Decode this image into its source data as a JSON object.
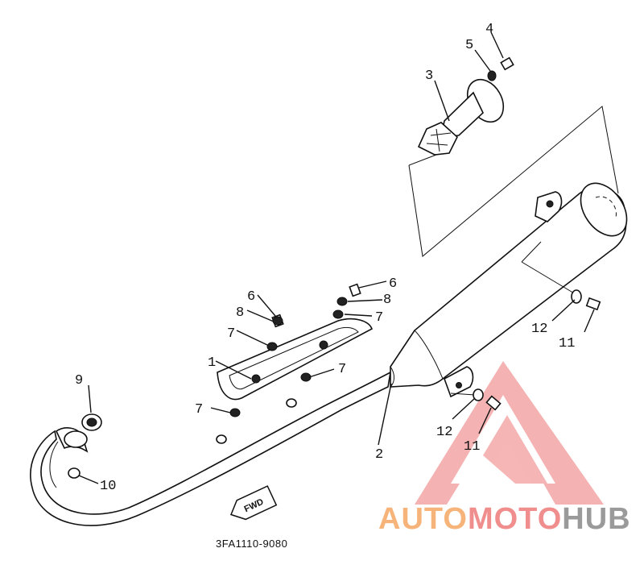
{
  "callouts": [
    {
      "id": "c1",
      "text": "1"
    },
    {
      "id": "c2",
      "text": "2"
    },
    {
      "id": "c3",
      "text": "3"
    },
    {
      "id": "c4",
      "text": "4"
    },
    {
      "id": "c5",
      "text": "5"
    },
    {
      "id": "c6a",
      "text": "6"
    },
    {
      "id": "c6b",
      "text": "6"
    },
    {
      "id": "c7a",
      "text": "7"
    },
    {
      "id": "c7b",
      "text": "7"
    },
    {
      "id": "c7c",
      "text": "7"
    },
    {
      "id": "c7d",
      "text": "7"
    },
    {
      "id": "c8a",
      "text": "8"
    },
    {
      "id": "c8b",
      "text": "8"
    },
    {
      "id": "c9",
      "text": "9"
    },
    {
      "id": "c10",
      "text": "10"
    },
    {
      "id": "c11a",
      "text": "11"
    },
    {
      "id": "c11b",
      "text": "11"
    },
    {
      "id": "c12a",
      "text": "12"
    },
    {
      "id": "c12b",
      "text": "12"
    }
  ],
  "fwd_label": "FWD",
  "diagram_code": "3FA1110-9080",
  "watermark": {
    "part1": "AUTO",
    "part2": "MOTO",
    "part3": "HUB",
    "color1": "#f6b47a",
    "color2": "#f08e8e",
    "color3": "#9a9a9a",
    "logo_color": "#f28c8c"
  }
}
